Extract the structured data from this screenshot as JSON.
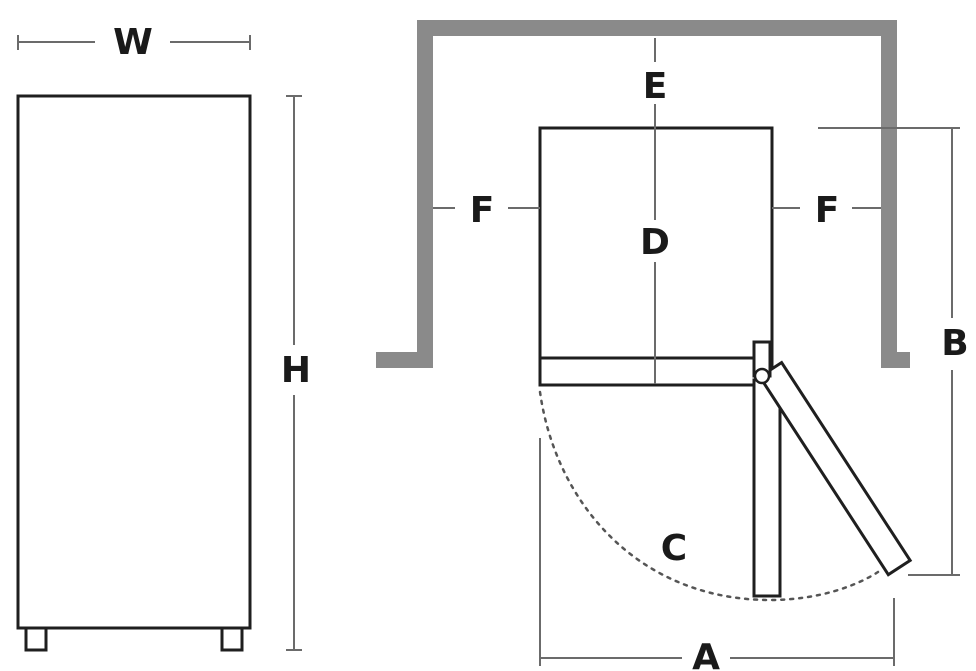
{
  "labels": {
    "w": "W",
    "h": "H",
    "e": "E",
    "d": "D",
    "f_left": "F",
    "f_right": "F",
    "b": "B",
    "c": "C",
    "a": "A"
  },
  "colors": {
    "outline": "#1f1f1f",
    "dimension_line": "#6b6b6b",
    "wall": "#8a8a8a",
    "background": "#ffffff"
  }
}
